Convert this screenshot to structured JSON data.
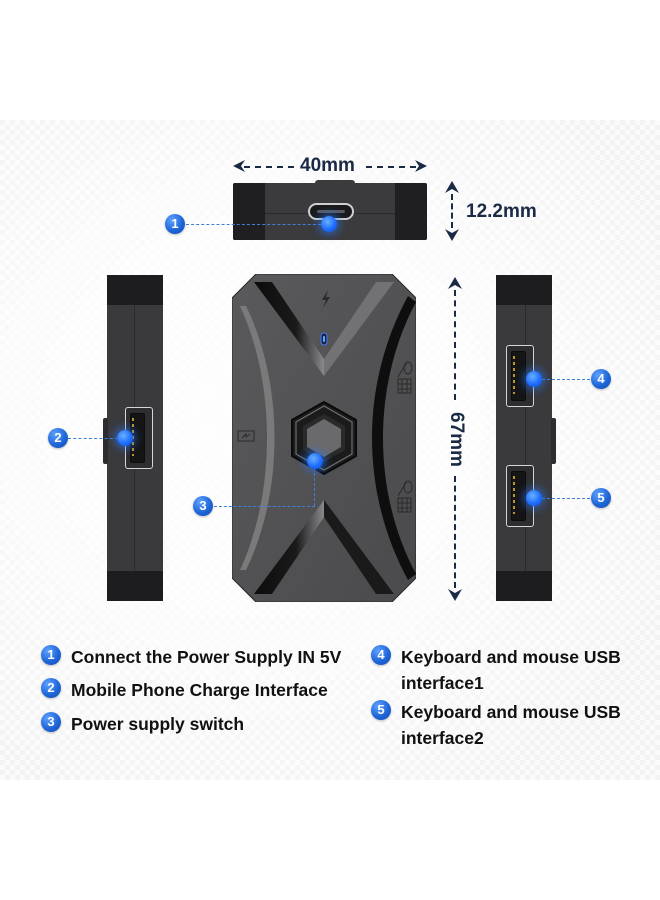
{
  "diagram": {
    "subject": "Keyboard and mouse converter adapter — dimensions and port callouts",
    "dimensions": {
      "width": "40mm",
      "thickness": "12.2mm",
      "length": "67mm"
    },
    "callouts": [
      {
        "number": "1",
        "label": "Connect the Power Supply IN 5V"
      },
      {
        "number": "2",
        "label": "Mobile Phone Charge Interface"
      },
      {
        "number": "3",
        "label": "Power supply switch"
      },
      {
        "number": "4",
        "label_line1": "Keyboard and mouse USB",
        "label_line2": "interface1"
      },
      {
        "number": "5",
        "label_line1": "Keyboard and mouse USB",
        "label_line2": "interface2"
      }
    ],
    "icons": [
      "lightning-icon",
      "led-indicator-icon",
      "keyboard-mouse-icon",
      "battery-charge-icon",
      "hexagon-switch-icon"
    ],
    "colors": {
      "accent_blue": "#1f66d8",
      "dimension_navy": "#1a2a45",
      "device_body": "#3b3b3d",
      "device_caps": "#1f1f21",
      "background": "#f3f3f4"
    }
  }
}
